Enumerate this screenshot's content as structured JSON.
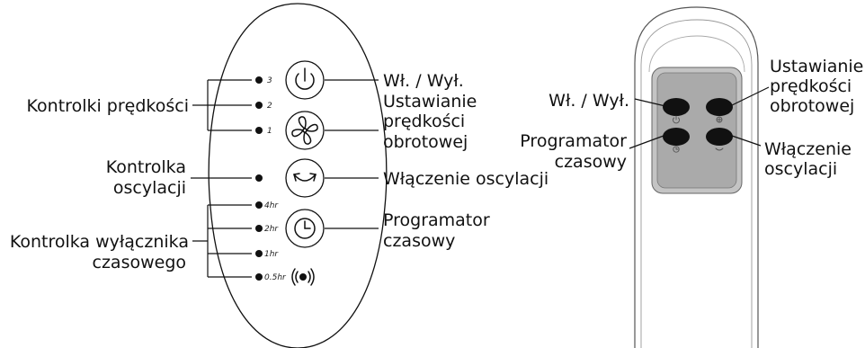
{
  "left_panel": {
    "speed_levels": [
      "3",
      "2",
      "1"
    ],
    "timer_levels": [
      "4hr",
      "2hr",
      "1hr",
      "0.5hr"
    ],
    "labels": {
      "speed_indicators": "Kontrolki prędkości",
      "oscillation_indicator": [
        "Kontrolka",
        "oscylacji"
      ],
      "timer_indicator": [
        "Kontrolka wyłącznika",
        "czasowego"
      ],
      "power": "Wł. / Wył.",
      "speed": [
        "Ustawianie",
        "prędkości",
        "obrotowej"
      ],
      "oscillation": "Włączenie oscylacji",
      "timer": [
        "Programator",
        "czasowy"
      ]
    }
  },
  "right_panel": {
    "labels": {
      "power": "Wł. / Wył.",
      "timer": [
        "Programator",
        "czasowy"
      ],
      "speed": [
        "Ustawianie",
        "prędkości",
        "obrotowej"
      ],
      "oscillation": [
        "Włączenie",
        "oscylacji"
      ]
    }
  },
  "icons": {
    "power": "power-icon",
    "fan": "fan-icon",
    "oscillation": "oscillation-icon",
    "timer": "clock-icon",
    "beep": "sound-icon"
  }
}
